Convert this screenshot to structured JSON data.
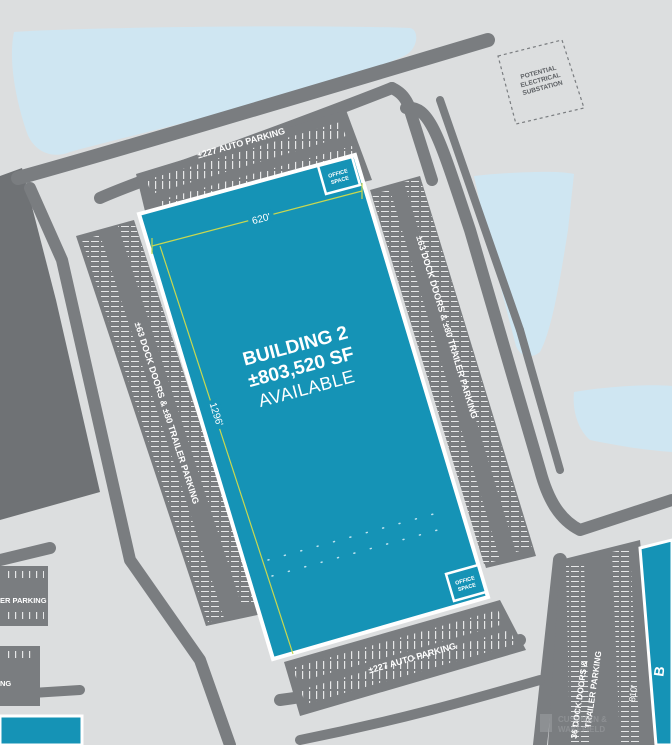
{
  "site_plan": {
    "building": {
      "title": "BUILDING 2",
      "area": "±803,520 SF",
      "status": "AVAILABLE",
      "width_label": "620'",
      "length_label": "1296'",
      "office_label_line1": "OFFICE",
      "office_label_line2": "SPACE"
    },
    "parking": {
      "north_auto": "±227 AUTO PARKING",
      "south_auto": "±227 AUTO PARKING",
      "west_docks": "±63 DOCK DOORS & ±80 TRAILER PARKING",
      "east_docks": "±63 DOCK DOORS & ±80 TRAILER PARKING"
    },
    "substation": {
      "line1": "POTENTIAL",
      "line2": "ELECTRICAL",
      "line3": "SUBSTATION"
    },
    "neighbor": {
      "parking_partial_1": "ER PARKING",
      "parking_partial_2": "NG",
      "dock_partial_1": "36 DOCK DOORS &",
      "dock_partial_2": "TRAILER PARKING",
      "dim_partial": "810'",
      "building_letter": "B",
      "watermark_line1": "CUSHMAN &",
      "watermark_line2": "WAKEFIELD"
    },
    "colors": {
      "background": "#dcdedf",
      "road": "#7a7d80",
      "water": "#cfe6f2",
      "building": "#1593b6",
      "dimension": "#c8d850",
      "grey_block": "#6f7275"
    }
  }
}
